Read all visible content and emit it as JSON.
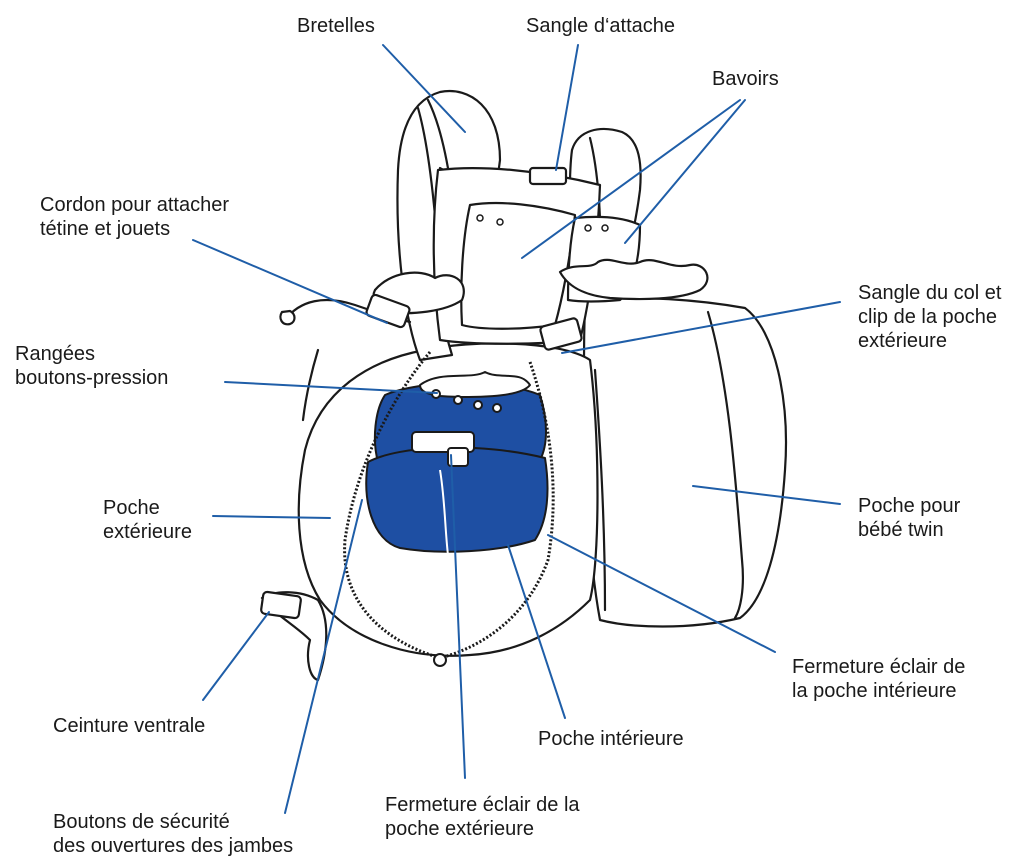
{
  "colors": {
    "leader_line": "#1f5ea8",
    "pocket_fill": "#1e4fa3",
    "outline": "#1a1a1a",
    "background": "#ffffff"
  },
  "labels": {
    "bretelles": "Bretelles",
    "sangle_attache": "Sangle d‘attache",
    "bavoirs": "Bavoirs",
    "cordon": [
      "Cordon pour attacher",
      "tétine et jouets"
    ],
    "rangees": [
      "Rangées",
      "boutons-pression"
    ],
    "sangle_col": [
      "Sangle du col et",
      "clip de la poche",
      "extérieure"
    ],
    "poche_exterieure": [
      "Poche",
      "extérieure"
    ],
    "poche_twin": [
      "Poche pour",
      "bébé twin"
    ],
    "fermeture_interieure": [
      "Fermeture éclair de",
      "la poche intérieure"
    ],
    "ceinture": "Ceinture ventrale",
    "poche_interieure": "Poche intérieure",
    "fermeture_exterieure": [
      "Fermeture éclair de la",
      "poche extérieure"
    ],
    "boutons_securite": [
      "Boutons de sécurité",
      "des ouvertures des jambes"
    ]
  }
}
